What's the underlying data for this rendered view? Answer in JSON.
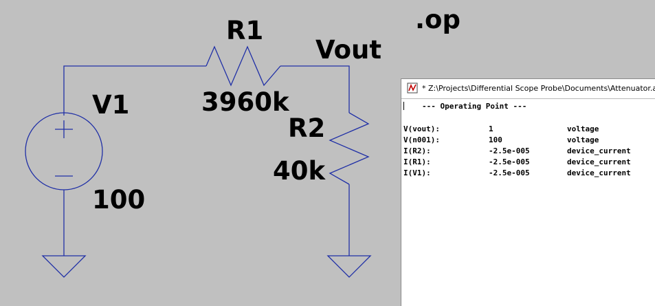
{
  "schematic": {
    "directive": ".op",
    "net_label": "Vout",
    "components": {
      "r1": {
        "name": "R1",
        "value": "3960k"
      },
      "r2": {
        "name": "R2",
        "value": "40k"
      },
      "v1": {
        "name": "V1",
        "value": "100",
        "plus_symbol": "+",
        "minus_symbol": "−"
      }
    },
    "colors": {
      "background": "#c0c0c0",
      "wire": "#1f2fa6"
    }
  },
  "output_window": {
    "title": "* Z:\\Projects\\Differential Scope Probe\\Documents\\Attenuator.as",
    "icon": "ltspice-icon",
    "heading": "--- Operating Point ---",
    "rows": [
      {
        "name": "V(vout):",
        "value": "1",
        "kind": "voltage"
      },
      {
        "name": "V(n001):",
        "value": "100",
        "kind": "voltage"
      },
      {
        "name": "I(R2):",
        "value": "-2.5e-005",
        "kind": "device_current"
      },
      {
        "name": "I(R1):",
        "value": "-2.5e-005",
        "kind": "device_current"
      },
      {
        "name": "I(V1):",
        "value": "-2.5e-005",
        "kind": "device_current"
      }
    ]
  }
}
